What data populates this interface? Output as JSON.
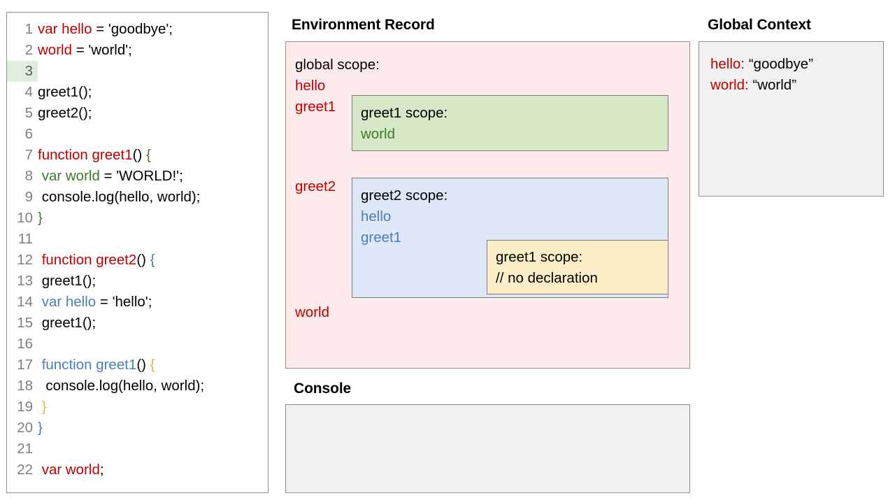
{
  "code_panel": {
    "name": "javascript-source-code",
    "highlight_line": 3,
    "lines": [
      {
        "num": "1",
        "tokens": [
          {
            "t": "var hello",
            "c": "red"
          },
          {
            "t": " = 'goodbye';",
            "c": "blk"
          }
        ]
      },
      {
        "num": "2",
        "tokens": [
          {
            "t": "world",
            "c": "red"
          },
          {
            "t": " = 'world';",
            "c": "blk"
          }
        ]
      },
      {
        "num": "3",
        "tokens": []
      },
      {
        "num": "4",
        "tokens": [
          {
            "t": "greet1();",
            "c": "blk"
          }
        ]
      },
      {
        "num": "5",
        "tokens": [
          {
            "t": "greet2();",
            "c": "blk"
          }
        ]
      },
      {
        "num": "6",
        "tokens": []
      },
      {
        "num": "7",
        "tokens": [
          {
            "t": "function greet1",
            "c": "red"
          },
          {
            "t": "() ",
            "c": "blk"
          },
          {
            "t": "{",
            "c": "green"
          }
        ]
      },
      {
        "num": "8",
        "tokens": [
          {
            "t": " ",
            "c": "blk"
          },
          {
            "t": "var world",
            "c": "green"
          },
          {
            "t": " = 'WORLD!';",
            "c": "blk"
          }
        ]
      },
      {
        "num": "9",
        "tokens": [
          {
            "t": " console.log(hello, world);",
            "c": "blk"
          }
        ]
      },
      {
        "num": "10",
        "tokens": [
          {
            "t": "}",
            "c": "green"
          }
        ]
      },
      {
        "num": "11",
        "tokens": []
      },
      {
        "num": "12",
        "tokens": [
          {
            "t": " ",
            "c": "blk"
          },
          {
            "t": "function greet2",
            "c": "red"
          },
          {
            "t": "() ",
            "c": "blk"
          },
          {
            "t": "{",
            "c": "blue"
          }
        ]
      },
      {
        "num": "13",
        "tokens": [
          {
            "t": " greet1();",
            "c": "blk"
          }
        ]
      },
      {
        "num": "14",
        "tokens": [
          {
            "t": " ",
            "c": "blk"
          },
          {
            "t": "var hello",
            "c": "blue"
          },
          {
            "t": " = 'hello';",
            "c": "blk"
          }
        ]
      },
      {
        "num": "15",
        "tokens": [
          {
            "t": " greet1();",
            "c": "blk"
          }
        ]
      },
      {
        "num": "16",
        "tokens": []
      },
      {
        "num": "17",
        "tokens": [
          {
            "t": " ",
            "c": "blk"
          },
          {
            "t": "function greet1",
            "c": "blue"
          },
          {
            "t": "() ",
            "c": "blk"
          },
          {
            "t": "{",
            "c": "gold"
          }
        ]
      },
      {
        "num": "18",
        "tokens": [
          {
            "t": "  console.log(hello, world);",
            "c": "blk"
          }
        ]
      },
      {
        "num": "19",
        "tokens": [
          {
            "t": " ",
            "c": "blk"
          },
          {
            "t": "}",
            "c": "gold"
          }
        ]
      },
      {
        "num": "20",
        "tokens": [
          {
            "t": "}",
            "c": "blue"
          }
        ]
      },
      {
        "num": "21",
        "tokens": []
      },
      {
        "num": "22",
        "tokens": [
          {
            "t": " ",
            "c": "blk"
          },
          {
            "t": "var world",
            "c": "red"
          },
          {
            "t": ";",
            "c": "blk"
          }
        ]
      }
    ]
  },
  "environment_record": {
    "title": "Environment Record",
    "global_scope_label": "global scope:",
    "bindings": {
      "hello": "hello",
      "greet1": "greet1",
      "greet2": "greet2",
      "world": "world"
    },
    "greet1_scope": {
      "title": "greet1 scope:",
      "vars": [
        "world"
      ]
    },
    "greet2_scope": {
      "title": "greet2 scope:",
      "vars": [
        "hello",
        "greet1"
      ],
      "nested_greet1_scope": {
        "title": "greet1 scope:",
        "comment": "// no declaration"
      }
    }
  },
  "console": {
    "title": "Console",
    "output": ""
  },
  "global_context": {
    "title": "Global Context",
    "entries": [
      {
        "key": "hello:",
        "value": " “goodbye”"
      },
      {
        "key": "world:",
        "value": " “world”"
      }
    ]
  },
  "colors": {
    "red": "#c00000",
    "green": "#3c7a2e",
    "blue": "#4a7ebb",
    "gold": "#e8b84b",
    "env_record_bg": "#fdeaea",
    "greet1_scope_bg": "#d7e8c7",
    "greet2_scope_bg": "#dfe8f9",
    "nested_scope_bg": "#fceec7",
    "panel_bg": "#f1f1f1",
    "highlight_line_bg": "#dfeedd"
  }
}
